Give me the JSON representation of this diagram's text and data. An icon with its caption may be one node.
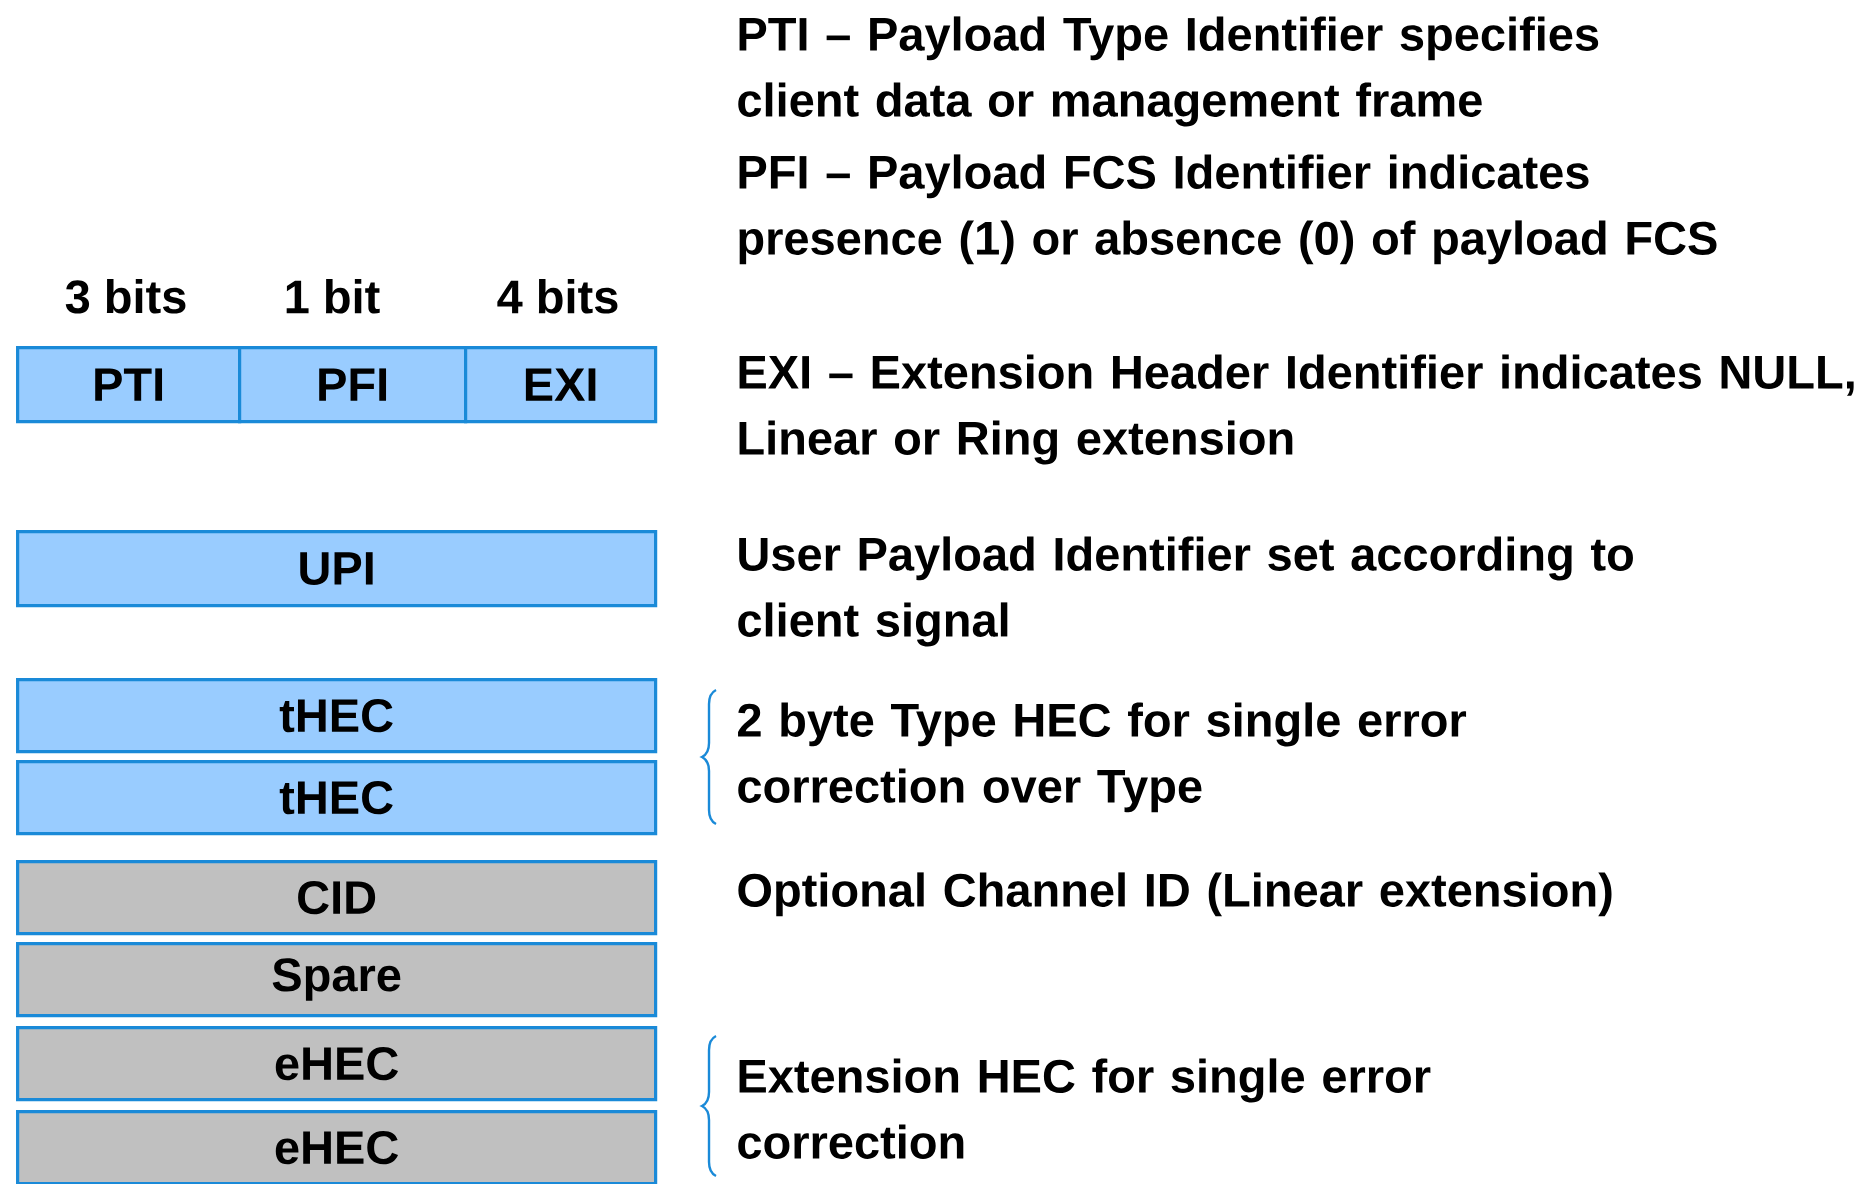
{
  "diagram": {
    "nodes": [
      {
        "text": [
          "PTI"
        ]
      },
      {
        "text": [
          "PFI"
        ]
      },
      {
        "text": [
          "EXI"
        ]
      },
      {
        "text": [
          "UPI"
        ]
      },
      {
        "text": [
          "tHEC"
        ]
      },
      {
        "text": [
          "tHEC"
        ]
      },
      {
        "text": [
          "CID"
        ]
      },
      {
        "text": [
          "Spare"
        ]
      },
      {
        "text": [
          "eHEC"
        ]
      },
      {
        "text": [
          "eHEC"
        ]
      }
    ],
    "labels": [
      "PTI – Payload Type Identifier specifies client data or management frame",
      "PFI – Payload FCS Identifier indicates presence (1) or absence (0) of payload FCS",
      "3 bits",
      "1 bit",
      "4 bits",
      "EXI – Extension Header Identifier indicates NULL, Linear or Ring extension",
      "User Payload Identifier set according to client signal",
      "2 byte Type HEC for single error correction over Type",
      "Optional Channel ID (Linear extension)",
      "Extension HEC for single error correction"
    ]
  }
}
